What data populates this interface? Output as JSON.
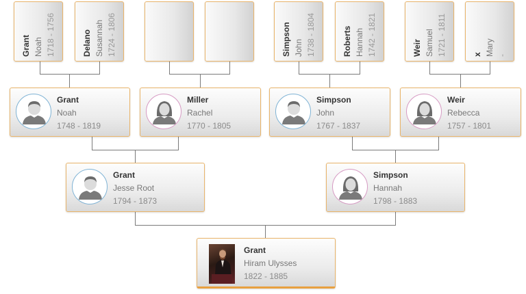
{
  "tree": {
    "root": {
      "surname": "Grant",
      "given": "Hiram Ulysses",
      "dates": "1822 - 1885",
      "photo": "portrait-photo"
    },
    "parents": [
      {
        "surname": "Grant",
        "given": "Jesse Root",
        "dates": "1794 - 1873",
        "gender": "male",
        "icon": "male-avatar-icon"
      },
      {
        "surname": "Simpson",
        "given": "Hannah",
        "dates": "1798 - 1883",
        "gender": "female",
        "icon": "female-avatar-icon"
      }
    ],
    "grandparents": [
      {
        "surname": "Grant",
        "given": "Noah",
        "dates": "1748 - 1819",
        "gender": "male",
        "icon": "male-avatar-icon"
      },
      {
        "surname": "Miller",
        "given": "Rachel",
        "dates": "1770 - 1805",
        "gender": "female",
        "icon": "female-avatar-icon"
      },
      {
        "surname": "Simpson",
        "given": "John",
        "dates": "1767 - 1837",
        "gender": "male",
        "icon": "male-avatar-icon"
      },
      {
        "surname": "Weir",
        "given": "Rebecca",
        "dates": "1757 - 1801",
        "gender": "female",
        "icon": "female-avatar-icon"
      }
    ],
    "great_grandparents": [
      {
        "surname": "Grant",
        "given": "Noah",
        "dates": "1718 - 1756"
      },
      {
        "surname": "Delano",
        "given": "Susannah",
        "dates": "1724 - 1806"
      },
      {
        "surname": "",
        "given": "",
        "dates": ""
      },
      {
        "surname": "",
        "given": "",
        "dates": ""
      },
      {
        "surname": "Simpson",
        "given": "John",
        "dates": "1738 - 1804"
      },
      {
        "surname": "Roberts",
        "given": "Hannah",
        "dates": "1742 - 1821"
      },
      {
        "surname": "Weir",
        "given": "Samuel",
        "dates": "1721 - 1811"
      },
      {
        "surname": "x",
        "given": "Mary",
        "dates": "-"
      }
    ]
  },
  "colors": {
    "card_border": "#e9b46a",
    "root_accent": "#e8a040",
    "male_ring": "#7fb3d5",
    "female_ring": "#d69ac3",
    "connector": "#7a7a7a"
  }
}
